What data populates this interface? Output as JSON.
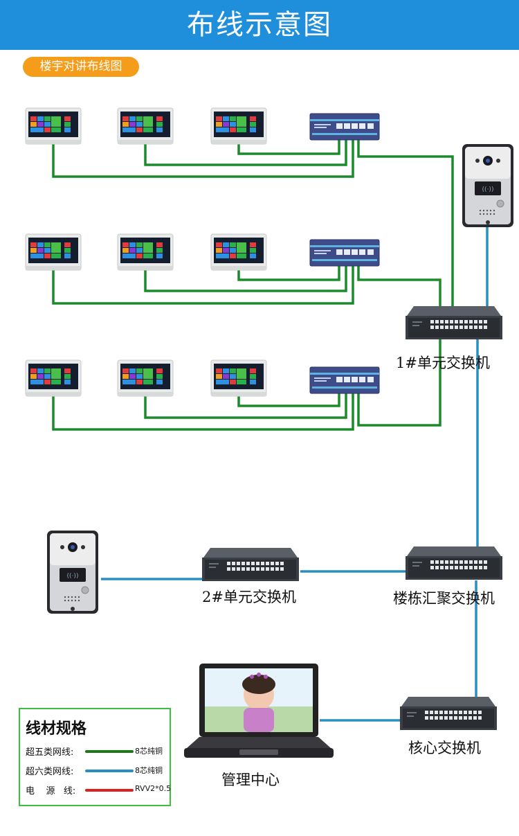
{
  "header": {
    "title": "布线示意图"
  },
  "section_tag": "楼宇对讲布线图",
  "labels": {
    "unit1_switch": "1#单元交换机",
    "unit2_switch": "2#单元交换机",
    "building_switch": "楼栋汇聚交换机",
    "core_switch": "核心交换机",
    "management": "管理中心"
  },
  "legend": {
    "title": "线材规格",
    "rows": [
      {
        "name": "超五类网线:",
        "spec": "8芯纯铜",
        "color": "#1a7a1a"
      },
      {
        "name": "超六类网线:",
        "spec": "8芯纯铜",
        "color": "#2a8fc0"
      },
      {
        "name": "电    源   线:",
        "spec": "RVV2*0.5",
        "color": "#e02020"
      }
    ]
  },
  "colors": {
    "cat5e": "#1a8a2a",
    "cat6": "#2a8fc0",
    "banner": "#1f8fdb",
    "tag": "#f59c1a"
  }
}
